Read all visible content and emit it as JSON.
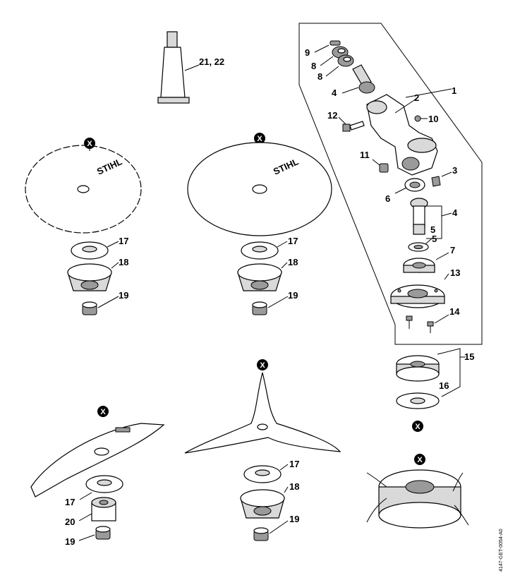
{
  "labels": {
    "l1": "1",
    "l2": "2",
    "l3": "3",
    "l4a": "4",
    "l4b": "4",
    "l5a": "5",
    "l5b": "5",
    "l6": "6",
    "l7": "7",
    "l8a": "8",
    "l8b": "8",
    "l9": "9",
    "l10": "10",
    "l11": "11",
    "l12": "12",
    "l13": "13",
    "l14": "14",
    "l15": "15",
    "l16": "16",
    "l17a": "17",
    "l17b": "17",
    "l17c": "17",
    "l17d": "17",
    "l18a": "18",
    "l18b": "18",
    "l18c": "18",
    "l19a": "19",
    "l19b": "19",
    "l19c": "19",
    "l19d": "19",
    "l20": "20",
    "l2122": "21, 22"
  },
  "x_marker": "X",
  "blade_brand": "STIHL",
  "reference_code": "4147-GET-0054-A0",
  "icons": [
    "x-marker-icon"
  ]
}
